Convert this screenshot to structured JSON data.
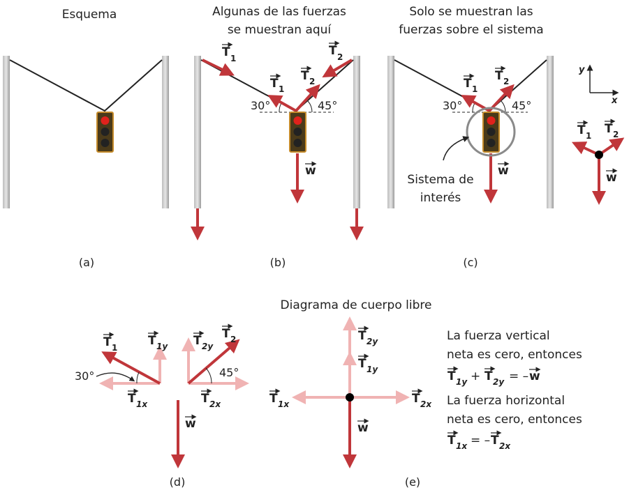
{
  "colors": {
    "force": "#c0363a",
    "component": "#f0b3b3",
    "pole": "#a9a9a9",
    "box": "#4a3a1a",
    "red_light": "#e0221c",
    "off_light": "#222222",
    "circle": "#8a8a8a"
  },
  "titles": {
    "a": "Esquema",
    "b1": "Algunas de las fuerzas",
    "b2": "se muestran aquí",
    "c1": "Solo se muestran las",
    "c2": "fuerzas sobre el sistema",
    "fbd": "Diagrama de cuerpo libre"
  },
  "panel_labels": {
    "a": "(a)",
    "b": "(b)",
    "c": "(c)",
    "d": "(d)",
    "e": "(e)"
  },
  "vectors": {
    "t": "T",
    "w": "w",
    "arrow_glyph": "→"
  },
  "indices": {
    "one": "1",
    "two": "2",
    "one_y": "1y",
    "two_y": "2y",
    "one_x": "1x",
    "two_x": "2x"
  },
  "angles": {
    "thirty": "30°",
    "fortyfive": "45°"
  },
  "axes": {
    "x": "x",
    "y": "y"
  },
  "system_label": {
    "line1": "Sistema de",
    "line2": "interés"
  },
  "equations": {
    "vertical1": "La fuerza vertical",
    "vertical2": "neta es cero, entonces",
    "plus": "+",
    "equals_neg": "= –",
    "horizontal1": "La fuerza horizontal",
    "horizontal2": "neta es cero, entonces",
    "equals_neg2": "= –"
  }
}
